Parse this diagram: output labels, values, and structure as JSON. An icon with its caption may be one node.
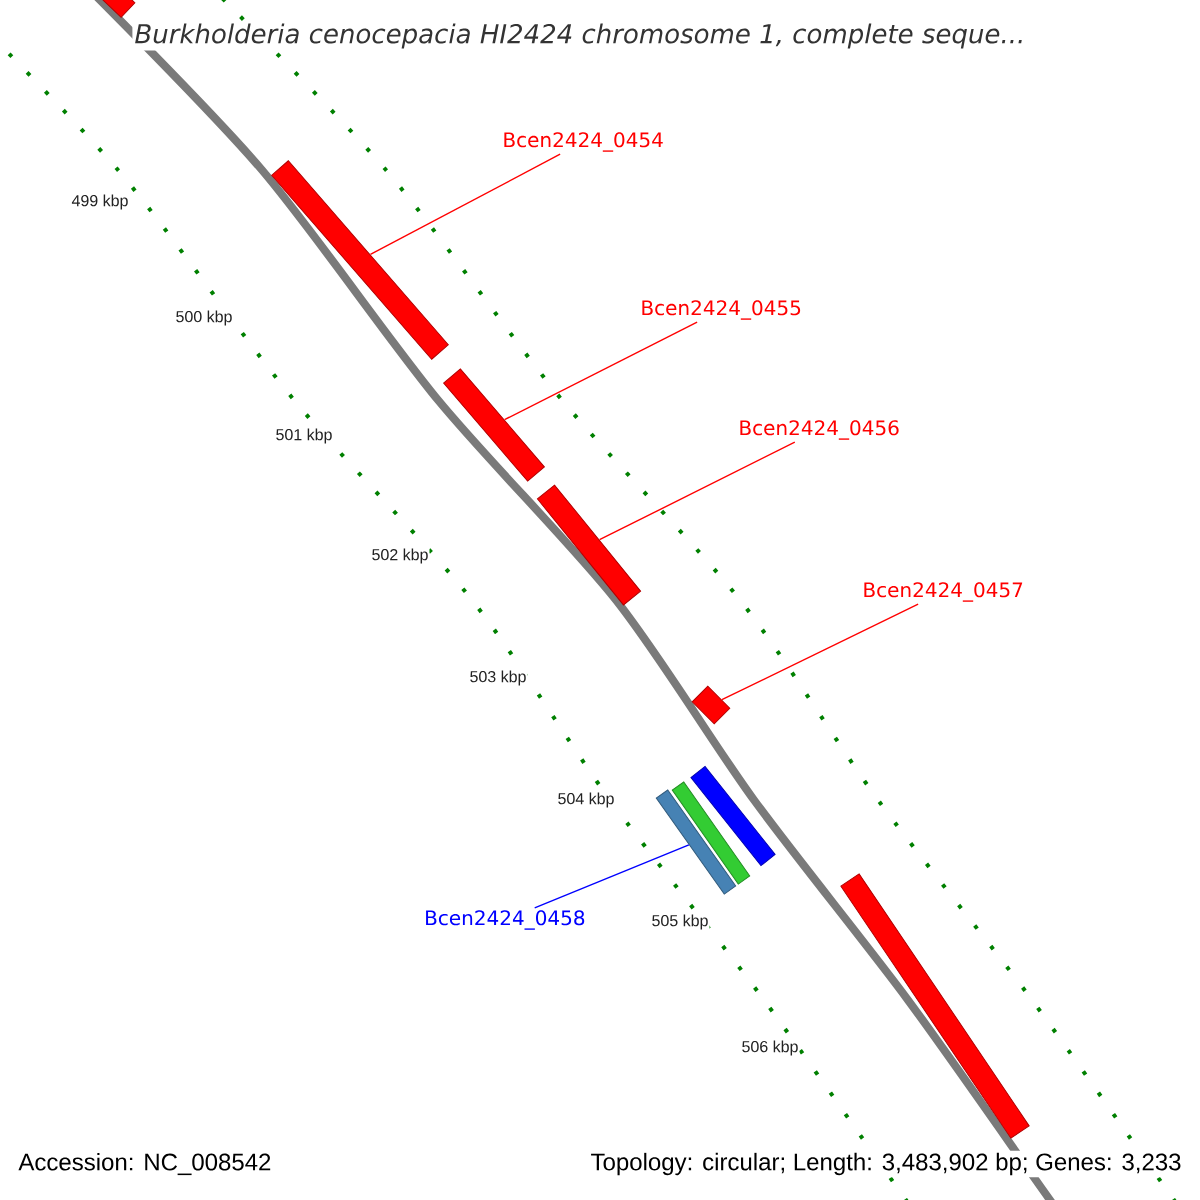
{
  "diagram": {
    "title": "Burkholderia cenocepacia HI2424 chromosome 1, complete seque...",
    "nodes": [
      {
        "text": [
          "Bcen2424_0454"
        ]
      },
      {
        "text": [
          "Bcen2424_0455"
        ]
      },
      {
        "text": [
          "Bcen2424_0456"
        ]
      },
      {
        "text": [
          "Bcen2424_0457"
        ]
      },
      {
        "text": [
          "Bcen2424_0458"
        ]
      },
      {
        "text": [],
        "shape": "bar"
      },
      {
        "text": [],
        "shape": "bar"
      },
      {
        "text": [],
        "shape": "bar"
      },
      {
        "text": [],
        "shape": "bar"
      },
      {
        "text": [],
        "shape": "bar"
      },
      {
        "text": [],
        "shape": "bar"
      },
      {
        "text": [],
        "shape": "bar"
      },
      {
        "text": [],
        "shape": "bar"
      },
      {
        "text": [],
        "shape": "bar"
      }
    ],
    "edges": [
      {
        "from": 0,
        "to": 6,
        "arrow": "none"
      },
      {
        "from": 1,
        "to": 7,
        "arrow": "none"
      },
      {
        "from": 2,
        "to": 8,
        "arrow": "none"
      },
      {
        "from": 3,
        "to": 9,
        "arrow": "none"
      },
      {
        "from": 4,
        "to": 12,
        "arrow": "none",
        "color": "#0000ff"
      }
    ],
    "labels": [
      "499 kbp",
      "500 kbp",
      "501 kbp",
      "502 kbp",
      "503 kbp",
      "504 kbp",
      "505 kbp",
      "506 kbp",
      "Accession: NC_008542",
      "Topology: circular; Length: 3,483,902 bp; Genes: 3,233"
    ]
  }
}
